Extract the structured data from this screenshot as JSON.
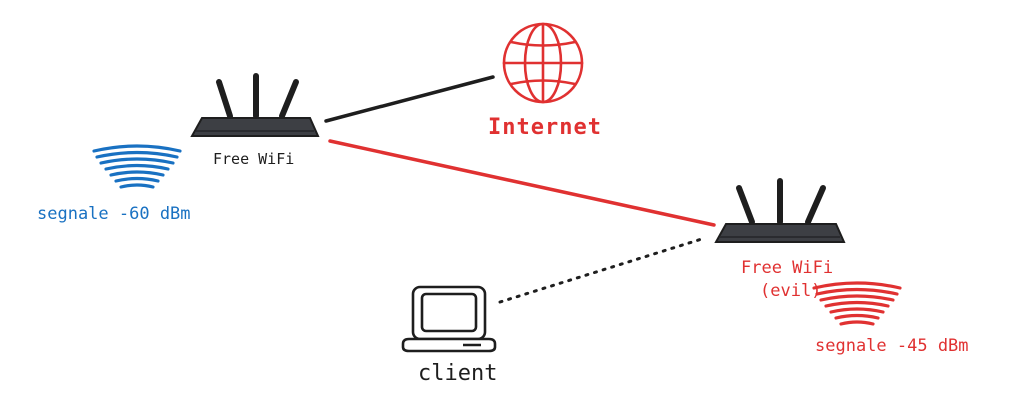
{
  "colors": {
    "ink": "#1e1e1e",
    "router_body": "#3d3f44",
    "red": "#e03131",
    "blue": "#1971c2",
    "white": "#ffffff"
  },
  "icons": {
    "internet": "globe-icon",
    "router": "router-icon",
    "signal": "wifi-signal-icon",
    "client": "laptop-icon"
  },
  "labels": {
    "internet": "Internet",
    "legit_ap": "Free WiFi",
    "legit_signal": "segnale -60 dBm",
    "evil_ap_line1": "Free WiFi",
    "evil_ap_line2": "(evil)",
    "evil_signal": "segnale -45 dBm",
    "client": "client"
  },
  "connections": [
    {
      "from": "legit_ap",
      "to": "internet",
      "style": "solid",
      "color": "#1e1e1e"
    },
    {
      "from": "legit_ap",
      "to": "evil_ap",
      "style": "solid",
      "color": "#e03131"
    },
    {
      "from": "client",
      "to": "evil_ap",
      "style": "dotted",
      "color": "#1e1e1e"
    }
  ]
}
